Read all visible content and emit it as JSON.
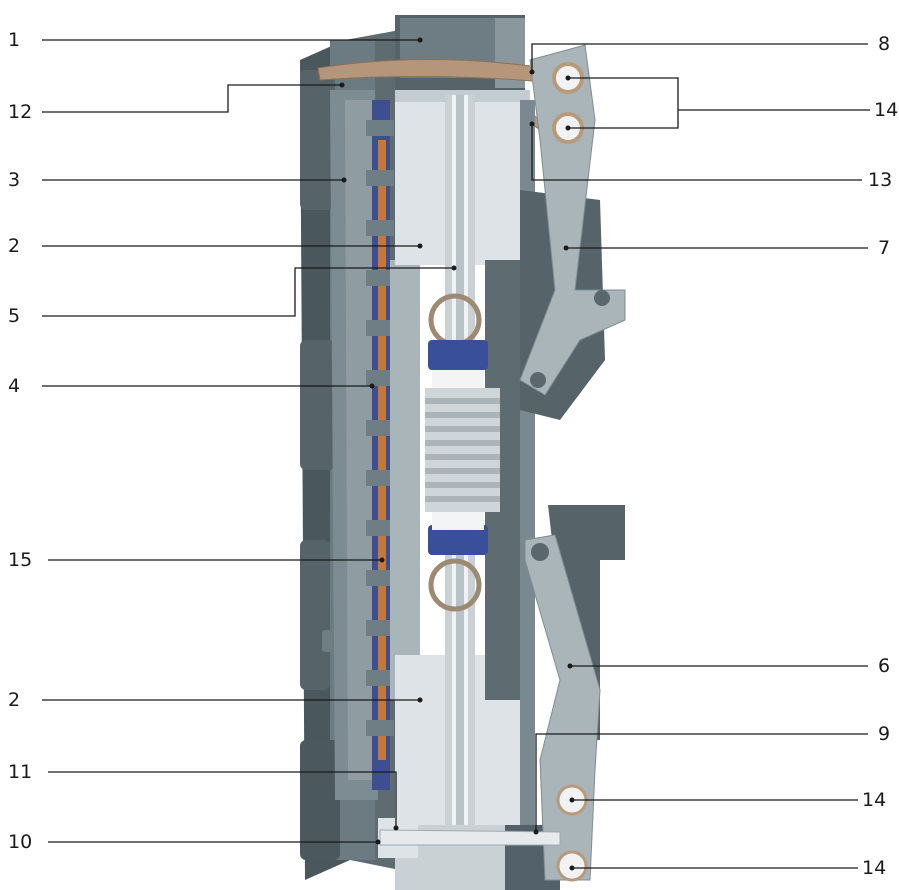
{
  "colors": {
    "housing_dark": "#4f5d63",
    "housing_mid": "#6f7e84",
    "housing_light": "#8c9aa0",
    "steel_light": "#bfc7cb",
    "steel_pale": "#dde3e6",
    "bronze": "#b89a7a",
    "friction_orange": "#c4783a",
    "spring_blue": "#3a4f9a",
    "line": "#1a1a1a"
  },
  "callouts": {
    "left": [
      "1",
      "12",
      "3",
      "2",
      "5",
      "4",
      "15",
      "2",
      "11",
      "10"
    ],
    "right": [
      "8",
      "14",
      "13",
      "7",
      "6",
      "9",
      "14",
      "14"
    ]
  }
}
